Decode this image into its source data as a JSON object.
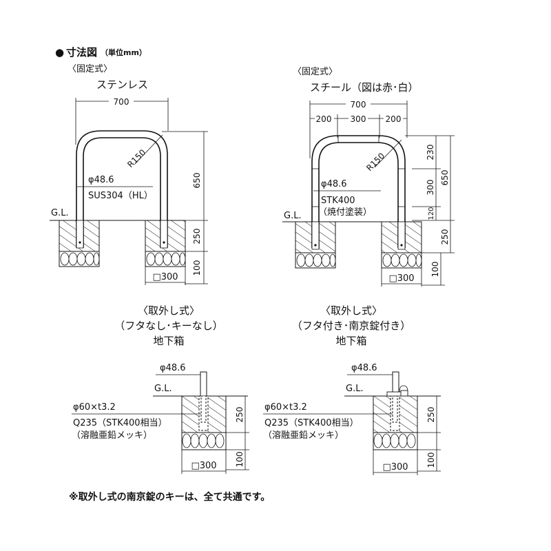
{
  "heading": {
    "bullet": "●",
    "title": "寸法図",
    "unit": "（単位mm）"
  },
  "panels": {
    "fixed_stainless": {
      "type": "〈固定式〉",
      "name": "ステンレス",
      "dim_width": "700",
      "dim_radius": "R150",
      "dim_height": "650",
      "dim_depth": "250",
      "dim_base": "100",
      "dim_box": "□300",
      "pipe_dia": "φ48.6",
      "material": "SUS304（HL）",
      "ground": "G.L."
    },
    "fixed_steel": {
      "type": "〈固定式〉",
      "name": "スチール（図は赤･白）",
      "dim_width": "700",
      "dim_seg_left": "200",
      "dim_seg_mid": "300",
      "dim_seg_right": "200",
      "dim_radius": "R150",
      "dim_top": "230",
      "dim_mid": "300",
      "dim_low": "120",
      "dim_height": "650",
      "dim_depth": "250",
      "dim_base": "100",
      "dim_box": "□300",
      "pipe_dia": "φ48.6",
      "material": "STK400",
      "finish": "（焼付塗装）",
      "ground": "G.L."
    },
    "removable_plain": {
      "type": "〈取外し式〉",
      "variant": "（フタなし･キーなし）",
      "box": "地下箱",
      "pipe_dia": "φ48.6",
      "ground": "G.L.",
      "sleeve_dia": "φ60×t3.2",
      "material": "Q235（STK400相当）",
      "finish": "（溶融亜鉛メッキ）",
      "dim_depth": "250",
      "dim_base": "100",
      "dim_box": "□300"
    },
    "removable_locked": {
      "type": "〈取外し式〉",
      "variant": "（フタ付き･南京錠付き）",
      "box": "地下箱",
      "pipe_dia": "φ48.6",
      "ground": "G.L.",
      "sleeve_dia": "φ60×t3.2",
      "material": "Q235（STK400相当）",
      "finish": "（溶融亜鉛メッキ）",
      "dim_depth": "250",
      "dim_base": "100",
      "dim_box": "□300"
    }
  },
  "footnote": "※取外し式の南京錠のキーは、全て共通です。",
  "colors": {
    "line": "#111111",
    "background": "#ffffff"
  }
}
